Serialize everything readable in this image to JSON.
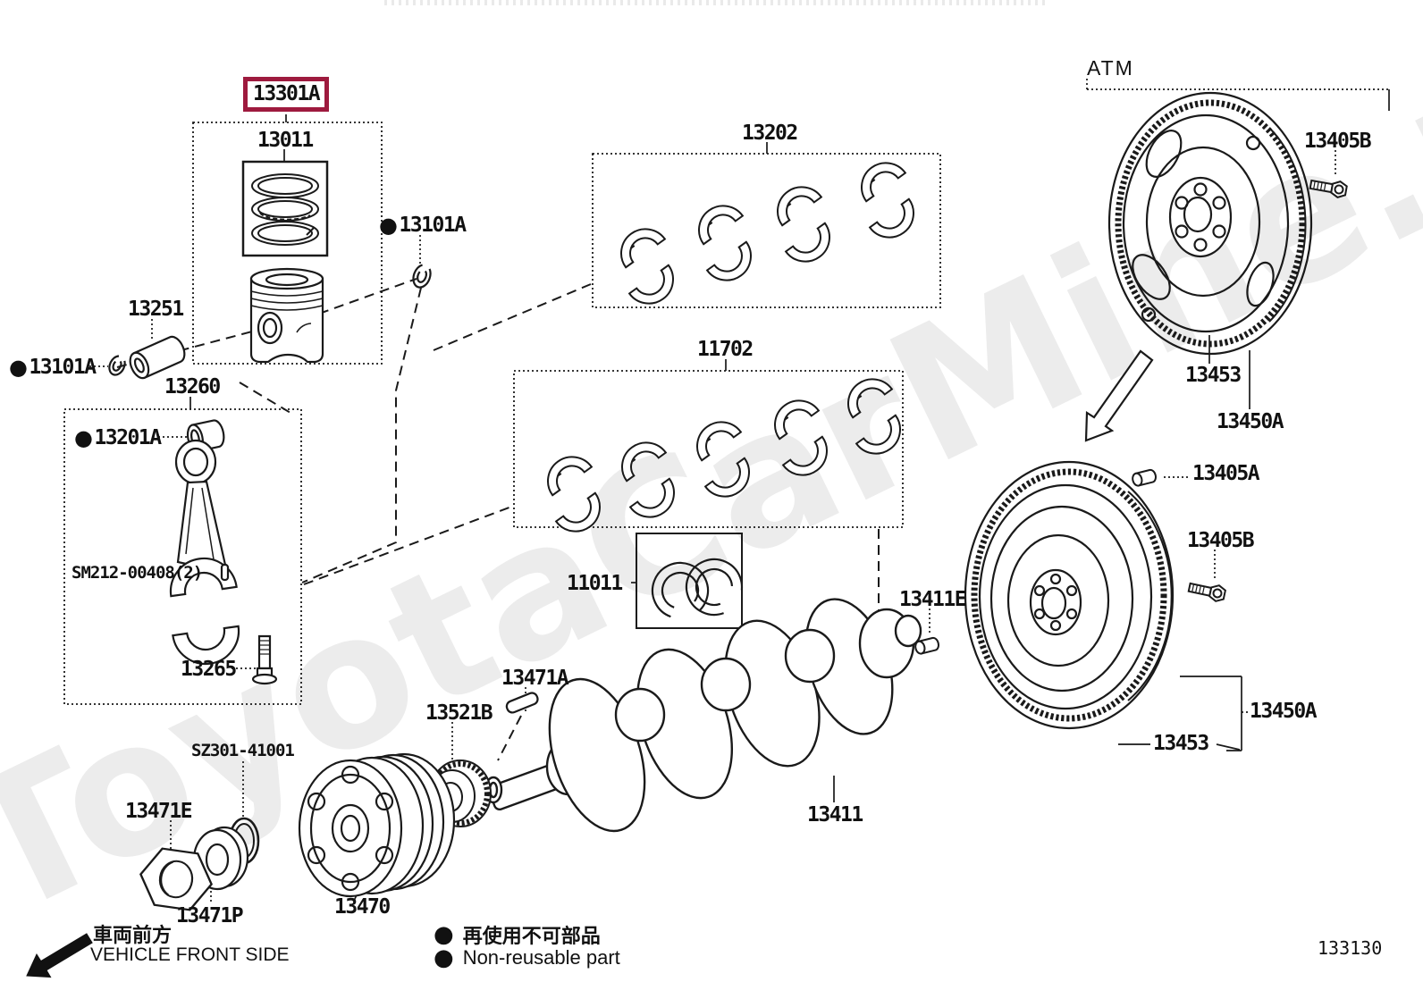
{
  "watermark": {
    "text": "ToyotaCarMine.ru"
  },
  "markers": {
    "nonreusable": "●"
  },
  "header": {
    "assembly_group": "ATM"
  },
  "parts": {
    "piston_subassy": "13301A",
    "piston_ring_set": "13011",
    "piston_pin_snap_ring": "13101A",
    "piston_pin": "13251",
    "connecting_rod_subassy": "13260",
    "connecting_rod_bushing": "13201A",
    "connecting_rod_bolt": "SM212-00408(2)",
    "connecting_rod_cap_bolt": "13265",
    "connecting_rod_bearing_set": "13202",
    "crankshaft_bearing_set": "11702",
    "crankshaft_thrust_washer_set": "11011",
    "crankshaft_key": "13471A",
    "crankshaft_timing_gear": "13521B",
    "oring": "SZ301-41001",
    "pulley_nut": "13471E",
    "pulley_washer": "13471P",
    "crankshaft_pulley": "13470",
    "crankshaft": "13411",
    "crankshaft_straight_pin": "13411E",
    "flywheel_pin": "13405A",
    "flywheel_bolt": "13405B",
    "ring_gear": "13453",
    "flywheel_assy": "13450A"
  },
  "footer": {
    "direction_jp": "車両前方",
    "direction_en": "VEHICLE FRONT SIDE",
    "legend_jp": "再使用不可部品",
    "legend_en": "Non-reusable part",
    "diagram_code": "133130"
  }
}
